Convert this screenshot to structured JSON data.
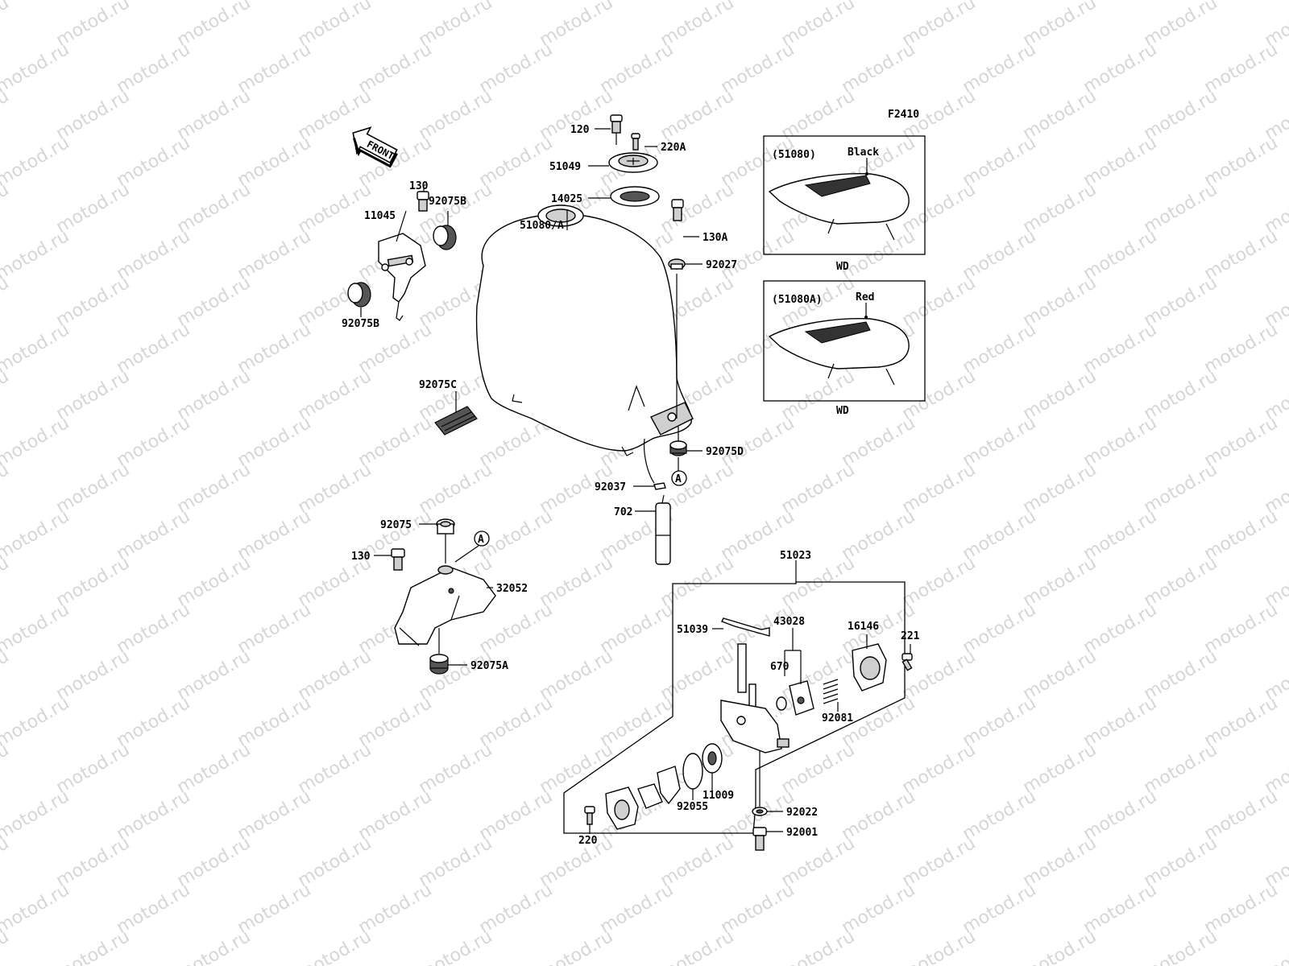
{
  "figure_code": "F2410",
  "watermark": "motod.ru",
  "front_arrow": "FRONT",
  "circle_ref": "A",
  "callouts": {
    "p120": "120",
    "p220A": "220A",
    "p51049": "51049",
    "p14025": "14025",
    "p51080A": "51080/A",
    "p130A": "130A",
    "p92027": "92027",
    "p130_top": "130",
    "p92075B_top": "92075B",
    "p11045": "11045",
    "p92075B_bot": "92075B",
    "p92075C": "92075C",
    "p92075D": "92075D",
    "p92037": "92037",
    "p702": "702",
    "p92075": "92075",
    "p130_mid": "130",
    "p32052": "32052",
    "p92075A": "92075A",
    "p51023": "51023",
    "p51039": "51039",
    "p43028": "43028",
    "p16146": "16146",
    "p221": "221",
    "p670": "670",
    "p92081": "92081",
    "p11009": "11009",
    "p92055": "92055",
    "p92022": "92022",
    "p92001": "92001",
    "p220": "220"
  },
  "insets": [
    {
      "part_ref": "(51080)",
      "color_label": "Black",
      "footer": "WD",
      "decal_color": "#333333"
    },
    {
      "part_ref": "(51080A)",
      "color_label": "Red",
      "footer": "WD",
      "decal_color": "#333333"
    }
  ]
}
